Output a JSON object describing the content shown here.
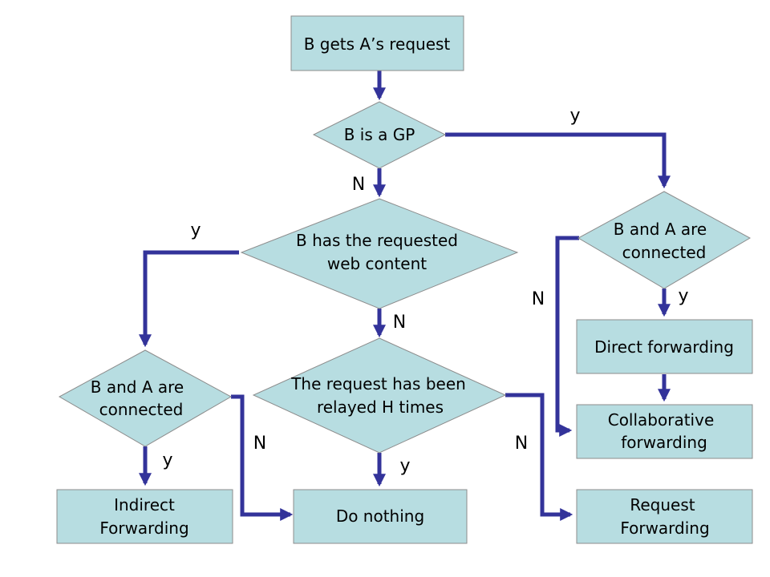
{
  "diagram": {
    "nodes": {
      "start": "B gets A’s request",
      "is_gp": "B is a GP",
      "has_content": [
        "B has the requested",
        "web content"
      ],
      "connected_right": [
        "B and A are",
        "connected"
      ],
      "connected_left": [
        "B and A are",
        "connected"
      ],
      "relayed": [
        "The request has been",
        "relayed H times"
      ],
      "direct": "Direct forwarding",
      "collaborative": [
        "Collaborative",
        "forwarding"
      ],
      "indirect": [
        "Indirect",
        "Forwarding"
      ],
      "nothing": "Do nothing",
      "request_fwd": [
        "Request",
        "Forwarding"
      ]
    },
    "edge_labels": {
      "gp_yes": "y",
      "gp_no": "N",
      "content_yes": "y",
      "content_no": "N",
      "right_no": "N",
      "right_yes": "y",
      "left_yes": "y",
      "left_no": "N",
      "relayed_yes": "y",
      "relayed_no": "N"
    }
  },
  "colors": {
    "node_fill": "#b7dde1",
    "arrow": "#33339a"
  }
}
